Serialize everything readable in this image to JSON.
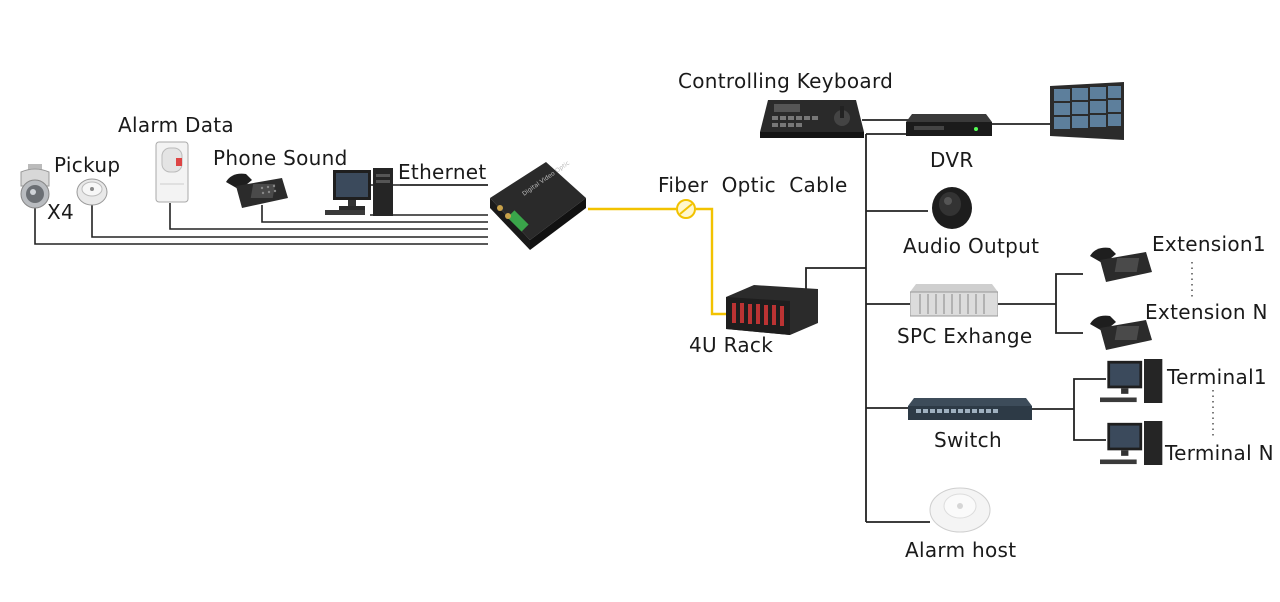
{
  "labels": {
    "x4": "X4",
    "pickup": "Pickup",
    "alarm_data": "Alarm Data",
    "phone_sound": "Phone Sound",
    "ethernet": "Ethernet",
    "fiber_optic_cable": "Fiber  Optic  Cable",
    "rack_4u": "4U Rack",
    "controlling_keyboard": "Controlling Keyboard",
    "dvr": "DVR",
    "audio_output": "Audio Output",
    "spc_exchange": "SPC Exhange",
    "extension_1": "Extension1",
    "extension_n": "Extension N",
    "switch": "Switch",
    "terminal_1": "Terminal1",
    "terminal_n": "Terminal N",
    "alarm_host": "Alarm host"
  },
  "colors": {
    "line": "#222222",
    "fiber": "#f2c200",
    "device_dark": "#2a2a2a",
    "device_light": "#e8e8e8"
  },
  "icons": [
    "ptz-dome-camera-icon",
    "pickup-microphone-icon",
    "alarm-detector-icon",
    "desk-phone-icon",
    "desktop-computer-icon",
    "optical-transceiver-icon",
    "fiber-connector-icon",
    "rack-chassis-icon",
    "control-keyboard-icon",
    "dvr-recorder-icon",
    "video-wall-icon",
    "speaker-icon",
    "spc-exchange-icon",
    "network-switch-icon",
    "alarm-host-icon"
  ]
}
